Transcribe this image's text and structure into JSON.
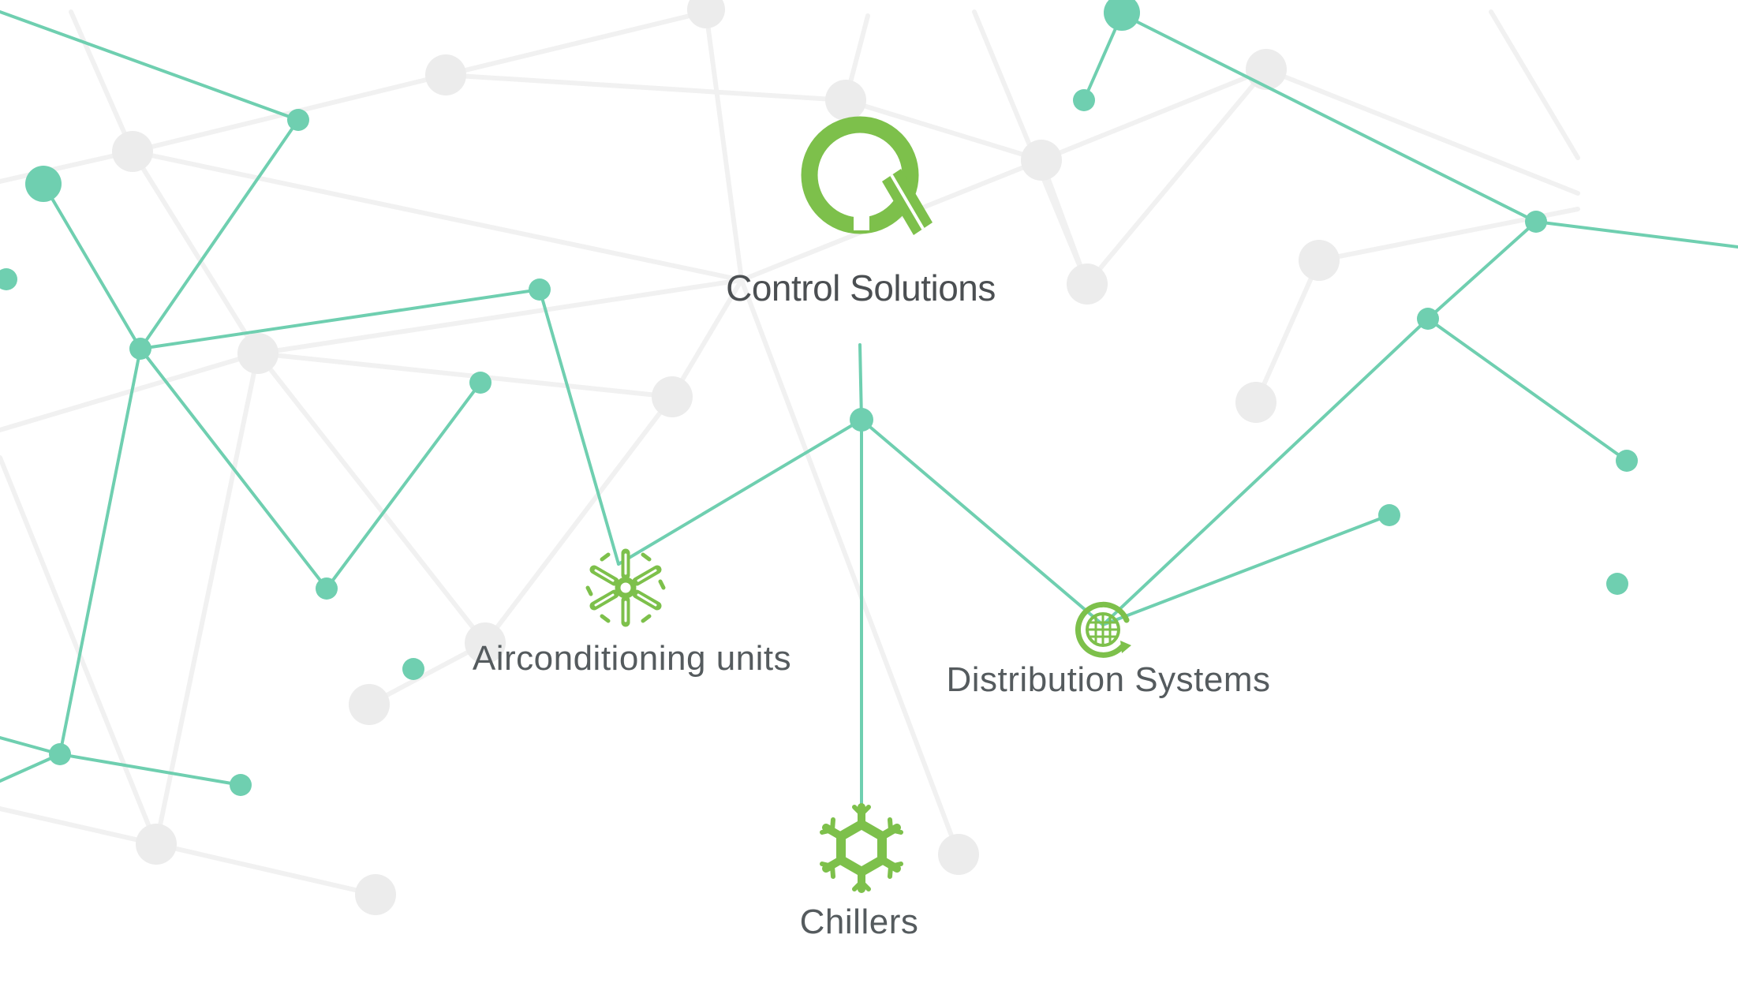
{
  "brand": {
    "name": "Control Solutions",
    "logo_letter": "Q"
  },
  "categories": [
    {
      "label": "Airconditioning units",
      "icon": "fan-icon"
    },
    {
      "label": "Chillers",
      "icon": "snowflake-icon"
    },
    {
      "label": "Distribution Systems",
      "icon": "globe-cycle-icon"
    }
  ],
  "colors": {
    "accent_green": "#7dc04b",
    "network_teal": "#6fcfb0",
    "background_network": "#ececec",
    "text": "#555b5e",
    "background": "#ffffff"
  }
}
